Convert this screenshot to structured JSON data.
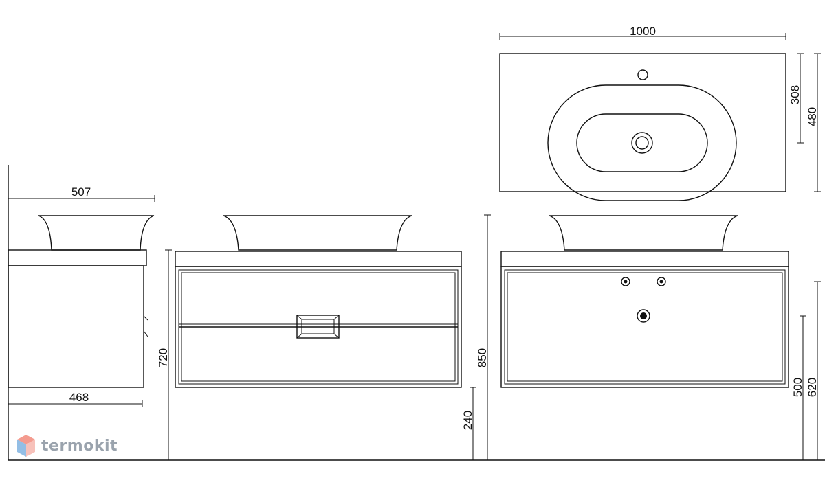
{
  "dimensions": {
    "top_width": "1000",
    "top_depth_bowl": "308",
    "top_depth_total": "480",
    "side_top_depth": "507",
    "side_cabinet_depth": "468",
    "front_cabinet_height": "720",
    "front_floor_clearance": "240",
    "rear_total_height": "850",
    "rear_outlet_height": "500",
    "rear_inlet_height": "620"
  },
  "watermark": {
    "text": "termokit"
  },
  "colors": {
    "line": "#111111",
    "watermark": "#9aa3ad",
    "logo_top": "#f07a6a",
    "logo_side": "#6fa8dc"
  }
}
